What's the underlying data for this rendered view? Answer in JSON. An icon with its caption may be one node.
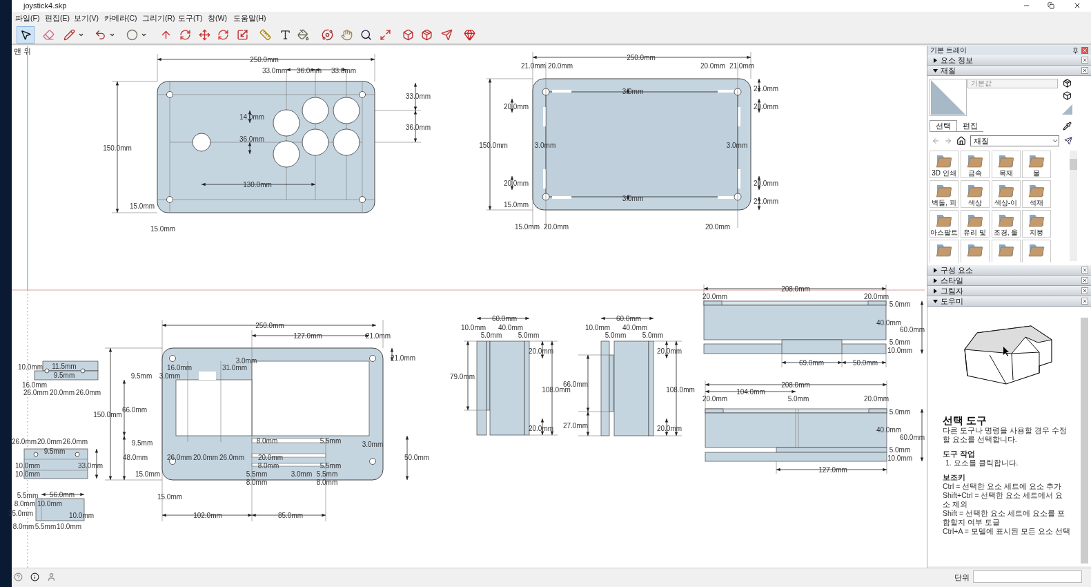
{
  "diagram": {
    "title": "joystick4.skp",
    "labels": [
      "파일(F)",
      "편집(E)",
      "보기(V)",
      "카메라(C)",
      "그리기(R)",
      "도구(T)",
      "창(W)",
      "도움말(H)",
      "맨 위",
      "250.0mm",
      "33.0mm",
      "36.0mm",
      "33.0mm",
      "33.0mm",
      "36.0mm",
      "14.0mm",
      "36.0mm",
      "150.0mm",
      "130.0mm",
      "15.0mm",
      "15.0mm",
      "250.0mm",
      "21.0mm",
      "20.0mm",
      "20.0mm",
      "21.0mm",
      "21.0mm",
      "20.0mm",
      "3.0mm",
      "20.0mm",
      "150.0mm",
      "3.0mm",
      "3.0mm",
      "20.0mm",
      "20.0mm",
      "3.0mm",
      "21.0mm",
      "15.0mm",
      "15.0mm",
      "20.0mm",
      "20.0mm",
      "10.0mm",
      "11.5mm",
      "9.5mm",
      "16.0mm",
      "26.0mm",
      "20.0mm",
      "26.0mm",
      "250.0mm",
      "127.0mm",
      "21.0mm",
      "21.0mm",
      "3.0mm",
      "16.0mm",
      "31.0mm",
      "9.5mm",
      "3.0mm",
      "66.0mm",
      "150.0mm",
      "26.0mm",
      "20.0mm",
      "26.0mm",
      "9.5mm",
      "8.0mm",
      "5.5mm",
      "3.0mm",
      "9.5mm",
      "48.0mm",
      "26.0mm",
      "20.0mm",
      "26.0mm",
      "20.0mm",
      "50.0mm",
      "10.0mm",
      "33.0mm",
      "8.0mm",
      "5.5mm",
      "10.0mm",
      "15.0mm",
      "5.5mm",
      "3.0mm",
      "5.5mm",
      "8.0mm",
      "8.0mm",
      "5.5mm",
      "56.0mm",
      "15.0mm",
      "8.0mm",
      "10.0mm",
      "35.0mm",
      "10.0mm",
      "102.0mm",
      "85.0mm",
      "8.0mm",
      "5.5mm",
      "10.0mm",
      "60.0mm",
      "10.0mm",
      "5.0mm",
      "40.0mm",
      "5.0mm",
      "79.0mm",
      "20.0mm",
      "108.0mm",
      "20.0mm",
      "60.0mm",
      "10.0mm",
      "5.0mm",
      "40.0mm",
      "5.0mm",
      "66.0mm",
      "27.0mm",
      "20.0mm",
      "108.0mm",
      "20.0mm",
      "208.0mm",
      "20.0mm",
      "20.0mm",
      "5.0mm",
      "40.0mm",
      "60.0mm",
      "5.0mm",
      "10.0mm",
      "69.0mm",
      "50.0mm",
      "208.0mm",
      "104.0mm",
      "20.0mm",
      "5.0mm",
      "20.0mm",
      "5.0mm",
      "40.0mm",
      "60.0mm",
      "5.0mm",
      "10.0mm",
      "127.0mm",
      "기본 트레이",
      "요소 정보",
      "재질",
      "기본값",
      "선택",
      "편집",
      "재질",
      "3D 인쇄",
      "금속",
      "목재",
      "물",
      "벽돌, 피",
      "색상",
      "색상-이",
      "석재",
      "아스팔트",
      "유리 및",
      "조경, 울",
      "지붕",
      "구성 요소",
      "스타일",
      "그림자",
      "도우미",
      "선택 도구",
      "다른 도구나 명령을 사용할 경우 수정할 요소를 선택합니다.",
      "도구 작업",
      "1. 요소를 클릭합니다.",
      "보조키",
      "Ctrl = 선택한 요소 세트에 요소 추가",
      "Shift+Ctrl = 선택한 요소 세트에서 요소 제외",
      "Shift = 선택한 요소 세트에 요소를 포함할지 여부 토글",
      "Ctrl+A = 모델에 표시된 모든 요소 선택",
      "단위"
    ]
  }
}
